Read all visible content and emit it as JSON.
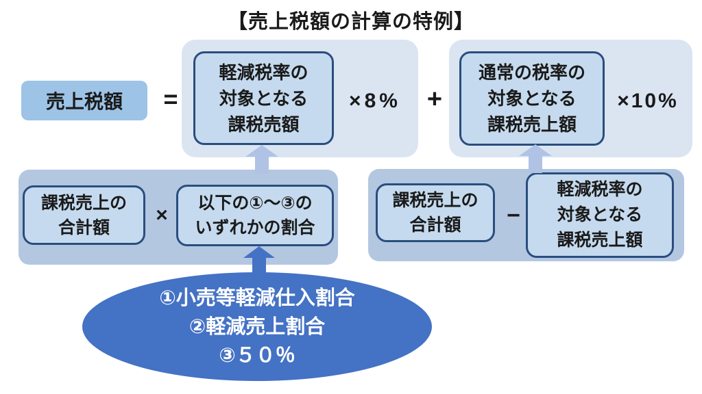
{
  "title": "【売上税額の計算の特例】",
  "equation": {
    "sales_tax_label": "売上税額",
    "equals_sign": "=",
    "plus_sign": "+",
    "reduced_term": {
      "base_label": "軽減税率の\n対象となる\n課税売額",
      "rate_label": "×8%"
    },
    "standard_term": {
      "base_label": "通常の税率の\n対象となる\n課税売上額",
      "rate_label": "×10%"
    }
  },
  "reduced_breakdown": {
    "left_label": "課税売上の\n合計額",
    "operator": "×",
    "right_label": "以下の①～③の\nいずれかの割合"
  },
  "standard_breakdown": {
    "left_label": "課税売上の\n合計額",
    "operator": "−",
    "right_label": "軽減税率の\n対象となる\n課税売上額"
  },
  "ratio_options": {
    "lines": "①小売等軽減仕入割合\n②軽減売上割合\n③５０％"
  },
  "colors": {
    "accent_blue": "#4472c4",
    "container_light": "#dbe5f2",
    "container_medium": "#b4c7e1",
    "inner_box_fill": "#c5daee",
    "inner_box_border": "#2a4d7e",
    "sales_tax_box_fill": "#9dc3e6",
    "arrow_light": "#b0c3e4",
    "ellipse_text": "#ffffff"
  }
}
